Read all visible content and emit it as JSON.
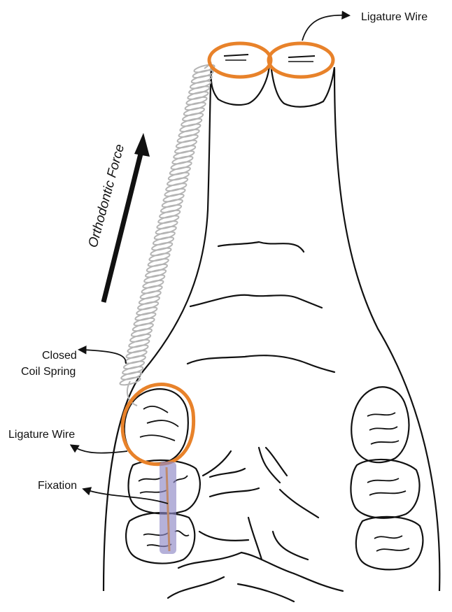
{
  "labels": {
    "ligature_wire_top": "Ligature Wire",
    "orthodontic_force": "Orthodontic Force",
    "closed_line1": "Closed",
    "closed_line2": "Coil Spring",
    "ligature_wire_left": "Ligature Wire",
    "fixation": "Fixation"
  },
  "colors": {
    "ligature": "#e8822a",
    "spring": "#b4b4b4",
    "fixation": "#8d87c4",
    "outline": "#111111"
  }
}
